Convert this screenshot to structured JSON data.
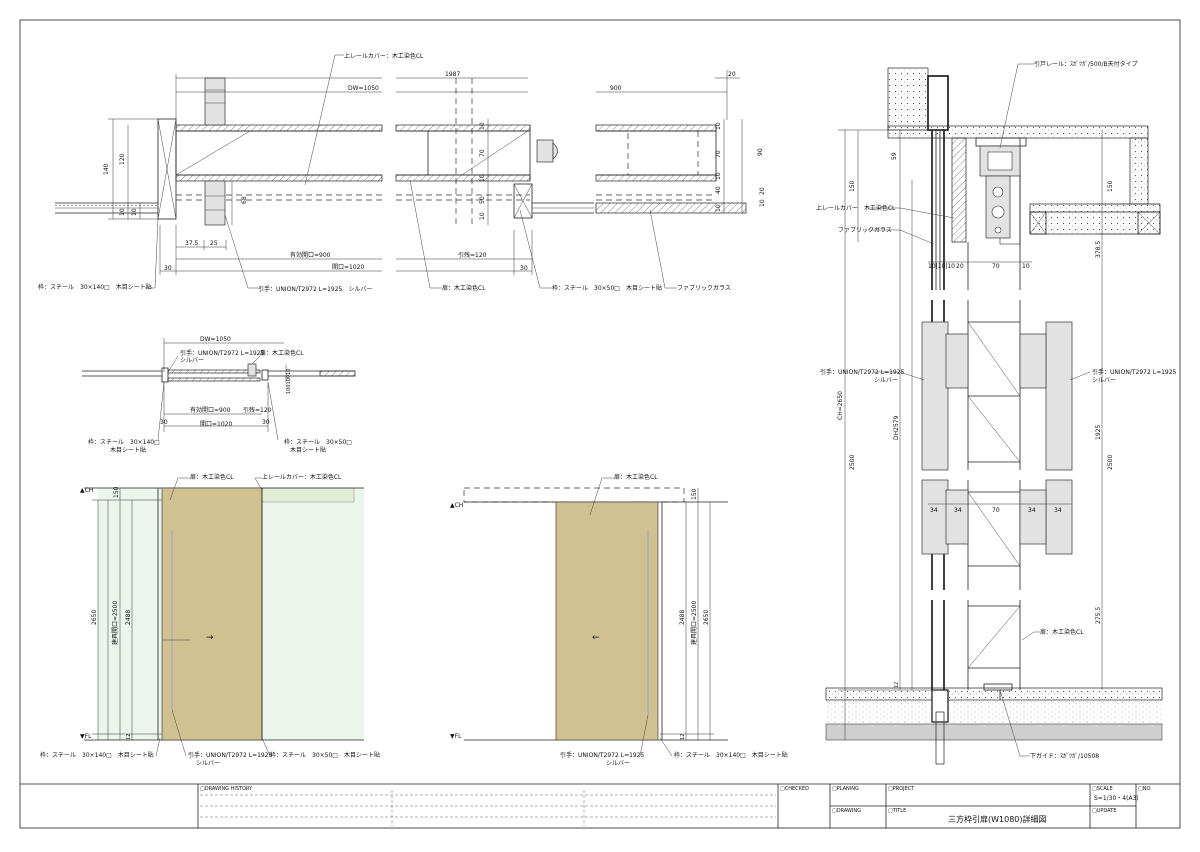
{
  "top_plan": {
    "rail_cover": "上レールカバー：木工染色CL",
    "dw": "DW=1050",
    "dim_140": "140",
    "dim_120": "120",
    "dim_10a": "10",
    "dim_10b": "10",
    "dim_68": "68",
    "dim_375": "37.5",
    "dim_25": "25",
    "effective_opening": "有効開口=900",
    "dim_30a": "30",
    "opening": "開口=1020",
    "frame_left": "枠：スチール　30×140□　木目シート貼",
    "handle": "引手：UNION/T2972 L=1925　シルバー"
  },
  "top_mid": {
    "dim_1987": "1987",
    "dim_10a": "10",
    "dim_70": "70",
    "dim_10b": "10",
    "dim_50": "50",
    "dim_10c": "10",
    "pull_margin": "引残=120",
    "dim_30": "30",
    "door": "扉：木工染色CL",
    "frame_mid": "枠：スチール　30×50□　木目シート貼"
  },
  "top_right": {
    "dim_20": "20",
    "dim_900": "900",
    "dim_10a": "10",
    "dim_70": "70",
    "dim_10b": "10",
    "dim_40": "40",
    "dim_10c": "10",
    "dim_90": "90",
    "dim_20b": "20",
    "dim_10d": "10",
    "fabric": "ファブリックガラス"
  },
  "mini_plan": {
    "dw": "DW=1050",
    "handle": "引手：UNION/T2972 L=1925",
    "handle_color": "シルバー",
    "door": "扉：木工染色CL",
    "effective_opening": "有効開口=900",
    "pull_margin": "引残=120",
    "dim_30a": "30",
    "dim_30b": "30",
    "opening": "開口=1020",
    "dim_10s": "10010010",
    "frame_left": "枠：スチール　30×140□",
    "frame_left_2": "木目シート貼",
    "frame_right": "枠：スチール　30×50□",
    "frame_right_2": "木目シート貼"
  },
  "elev_left": {
    "ch": "▲CH",
    "fl": "▼FL",
    "door": "扉：木工染色CL",
    "rail_cover": "上レールカバー：木工染色CL",
    "dim_150": "150",
    "dim_2650": "2650",
    "fitting_opening": "建具開口=2500",
    "dim_2488": "2488",
    "dim_12": "12",
    "arrow": "→",
    "frame_left": "枠：スチール　30×140□　木目シート貼",
    "handle": "引手：UNION/T2972 L=1925",
    "handle_color": "シルバー",
    "frame_right": "枠：スチール　30×50□　木目シート貼"
  },
  "elev_mid": {
    "ch": "▲CH",
    "fl": "▼FL",
    "door": "扉：木工染色CL",
    "dim_150": "150",
    "dim_2488": "2488",
    "fitting_opening": "建具開口=2500",
    "dim_2650": "2650",
    "dim_12": "12",
    "arrow": "←",
    "handle": "引手：UNION/T2972 L=1925",
    "handle_color": "シルバー",
    "frame": "枠：スチール　30×140□　木目シート貼"
  },
  "section": {
    "rail": "引戸レール：ｽｶﾞﾂｶﾞ/500/B天付タイプ",
    "rail_cover": "上レールカバー　木工染色CL",
    "fabric": "ファブリックガラス",
    "dim_59": "59",
    "dim_150": "150",
    "dim_150b": "150",
    "dim_3785": "378.5",
    "bottom_dims": "10|10|10",
    "dim_20": "20",
    "dim_70": "70",
    "dim_10": "10",
    "handle_left": "引手：UNION/T2972 L=1925",
    "handle_left_2": "シルバー",
    "handle_right": "引手：UNION/T2972 L=1925",
    "handle_right_2": "シルバー",
    "ch_2650": "CH=2650",
    "dh_2579": "DH2579",
    "dim_1925": "1925",
    "dim_2500a": "2500",
    "dim_2500b": "2500",
    "dim_34a": "34",
    "dim_34b": "34",
    "dim_70b": "70",
    "dim_34c": "34",
    "dim_34d": "34",
    "dim_2755": "275.5",
    "door": "扉：木工染色CL",
    "dim_12": "12",
    "guide": "下ガイド：ｽｶﾞﾂｶﾞ/10508"
  },
  "title_block": {
    "history": "□DRAWING HISTORY",
    "checked": "□CHECKED",
    "planing": "□PLANING",
    "drawing": "□DRAWING",
    "project": "□PROJECT",
    "title_label": "□TITLE",
    "title": "三方枠引扉(W1080)詳細図",
    "scale_label": "□SCALE",
    "scale": "S=1/30・4(A3)",
    "no_label": "□NO.",
    "update": "□UPDATE"
  }
}
